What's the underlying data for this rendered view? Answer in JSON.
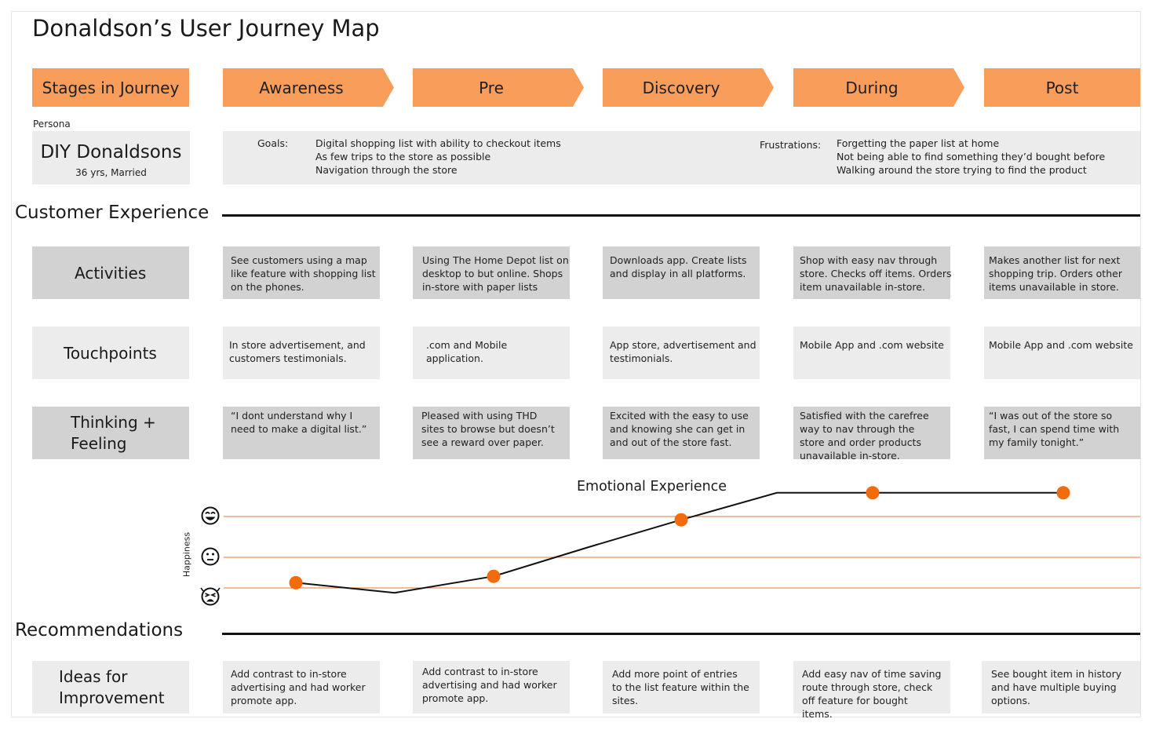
{
  "title": "Donaldson’s User Journey Map",
  "stages_header": "Stages in Journey",
  "stages": [
    "Awareness",
    "Pre",
    "Discovery",
    "During",
    "Post"
  ],
  "persona": {
    "label": "Persona",
    "name": "DIY Donaldsons",
    "details": "36 yrs, Married"
  },
  "goals": {
    "label": "Goals:",
    "items": [
      "Digital shopping list with ability to checkout items",
      "As few trips to the store as possible",
      "Navigation through the store"
    ]
  },
  "frustrations": {
    "label": "Frustrations:",
    "items": [
      "Forgetting the paper list at home",
      "Not being able to find something they’d bought before",
      "Walking around the store trying to find the product"
    ]
  },
  "customer_experience": {
    "title": "Customer Experience",
    "activities": {
      "label": "Activities",
      "cells": [
        [
          "See customers using a map",
          "like feature with shopping list",
          "on the phones."
        ],
        [
          "Using The Home Depot list on",
          "desktop to but online. Shops",
          "in-store with paper lists"
        ],
        [
          "Downloads app. Create lists",
          "and display in all platforms."
        ],
        [
          "Shop with easy nav through",
          "store. Checks off items. Orders",
          "item unavailable in-store."
        ],
        [
          "Makes another list for next",
          "shopping trip. Orders other",
          "items unavailable in store."
        ]
      ]
    },
    "touchpoints": {
      "label": "Touchpoints",
      "cells": [
        [
          "In store advertisement, and",
          "customers testimonials."
        ],
        [
          ".com and Mobile",
          "application."
        ],
        [
          "App store, advertisement and",
          "testimonials."
        ],
        [
          "Mobile App and .com website"
        ],
        [
          "Mobile App and .com website"
        ]
      ]
    },
    "thinking_feeling": {
      "label_line1": "Thinking +",
      "label_line2": "Feeling",
      "cells": [
        [
          "“I dont understand why I",
          "need to make a digital list.”"
        ],
        [
          "Pleased with using THD",
          "sites to browse but doesn’t",
          "see a reward over paper."
        ],
        [
          "Excited with the easy to use",
          "and knowing she can get in",
          "and out of the store fast."
        ],
        [
          "Satisfied with the carefree",
          "way to nav through the",
          "store and order products",
          "unavailable in-store."
        ],
        [
          "“I was out of the store so",
          "fast, I can spend time with",
          "my family tonight.”"
        ]
      ]
    }
  },
  "emotional_experience": {
    "title": "Emotional Experience",
    "axis_label": "Happiness",
    "levels": [
      "very-happy-face-icon",
      "neutral-face-icon",
      "crying-face-icon"
    ]
  },
  "chart_data": {
    "type": "line",
    "title": "Emotional Experience",
    "ylabel": "Happiness",
    "categories": [
      "Awareness",
      "Pre",
      "Discovery",
      "During",
      "Post"
    ],
    "scale": "0 = sad, 1 = neutral, 2 = happy",
    "ylim": [
      0,
      2
    ],
    "stage_points": [
      0.17,
      0.38,
      1.92,
      2.58,
      2.58
    ],
    "path_x": [
      0,
      0.5,
      1,
      1.5,
      2,
      2.5,
      3,
      3.5,
      4
    ],
    "path_y": [
      0.17,
      -0.16,
      0.38,
      1.24,
      1.92,
      2.58,
      2.58,
      2.58,
      2.58
    ],
    "line_color": "#111111",
    "marker_color": "#f26b0f",
    "gridline_color": "#e07b39"
  },
  "recommendations": {
    "title": "Recommendations",
    "label_line1": "Ideas for",
    "label_line2": "Improvement",
    "cells": [
      [
        "Add contrast to in-store",
        "advertising and had worker",
        "promote app."
      ],
      [
        "Add contrast to in-store",
        "advertising and had worker",
        "promote app."
      ],
      [
        "Add more point of entries",
        "to the list feature within the",
        "sites."
      ],
      [
        "Add easy nav of time saving",
        "route through store, check",
        "off feature for bought",
        "items."
      ],
      [
        "See bought item in history",
        "and have multiple buying",
        "options."
      ]
    ]
  },
  "colors": {
    "stage_orange": "#f99d5b",
    "cell_dark": "#d2d2d2",
    "cell_light": "#ececec",
    "accent_orange": "#f26b0f"
  }
}
